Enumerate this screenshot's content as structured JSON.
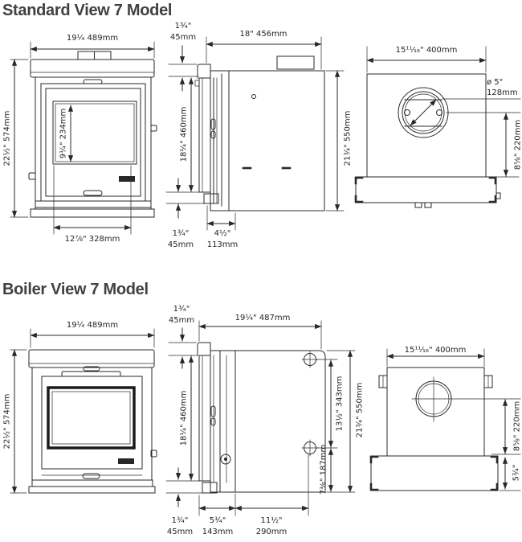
{
  "page": {
    "background": "#ffffff",
    "line_color": "#2b2728",
    "text_color": "#231f20",
    "title_color": "#414042"
  },
  "sections": {
    "standard": {
      "title": "Standard View 7 Model",
      "front": {
        "width": "19¼ 489mm",
        "height": "22½\" 574mm",
        "glass_height": "9¼\" 234mm",
        "lower_width": "12⅞\" 328mm"
      },
      "side": {
        "top_gap_in": "1¾\"",
        "top_gap_mm": "45mm",
        "depth": "18\" 456mm",
        "frame_height": "18¼\" 460mm",
        "body_height": "21¾\" 550mm",
        "bottom_gap_in": "1¾\"",
        "bottom_gap_mm": "45mm",
        "front_depth_in": "4½\"",
        "front_depth_mm": "113mm"
      },
      "top": {
        "width": "15¹¹⁄₁₆\" 400mm",
        "flue_diameter_in": "ø 5\"",
        "flue_diameter_mm": "128mm",
        "flue_centre_offset": "8⅝\" 220mm"
      }
    },
    "boiler": {
      "title": "Boiler View 7 Model",
      "front": {
        "width": "19¼ 489mm",
        "height": "22½\" 574mm"
      },
      "side": {
        "top_gap_in": "1¾\"",
        "top_gap_mm": "45mm",
        "depth": "19¼\" 487mm",
        "frame_height": "18¼\" 460mm",
        "tapping_span": "13½\" 343mm",
        "body_height": "21¾\" 550mm",
        "lower_tapping_height": "7⅜\" 187mm",
        "bottom_gap_in": "1¾\"",
        "bottom_gap_mm": "45mm",
        "front_depth_in": "5¾\"",
        "front_depth_mm": "143mm",
        "tapping_setback_in": "11½\"",
        "tapping_setback_mm": "290mm"
      },
      "top": {
        "width": "15¹¹⁄₁₆\" 400mm",
        "flue_centre_offset": "8⅝\" 220mm",
        "front_section_depth": "5¾\""
      }
    }
  }
}
